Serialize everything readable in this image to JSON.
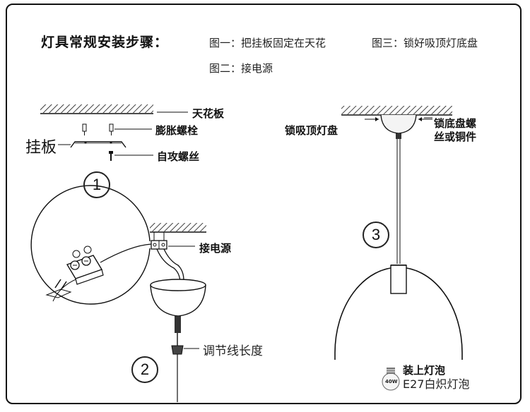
{
  "title": "灯具常规安装步骤：",
  "steps": {
    "step1": "图一：把挂板固定在天花",
    "step2": "图二：接电源",
    "step3": "图三：锁好吸顶灯底盘"
  },
  "figure1": {
    "number": "1",
    "ceiling": "天花板",
    "expansion_bolt": "膨胀螺栓",
    "mounting_plate": "挂板",
    "tapping_screw": "自攻螺丝"
  },
  "figure2": {
    "number": "2",
    "power": "接电源",
    "adjust_length": "调节线长度"
  },
  "figure3": {
    "number": "3",
    "lock_canopy": "锁吸顶灯盘",
    "lock_screw_line1": "锁底盘螺",
    "lock_screw_line2": "丝或铜件",
    "install_bulb": "装上灯泡",
    "bulb_spec": "E27白炽灯泡",
    "bulb_watt": "40W"
  }
}
